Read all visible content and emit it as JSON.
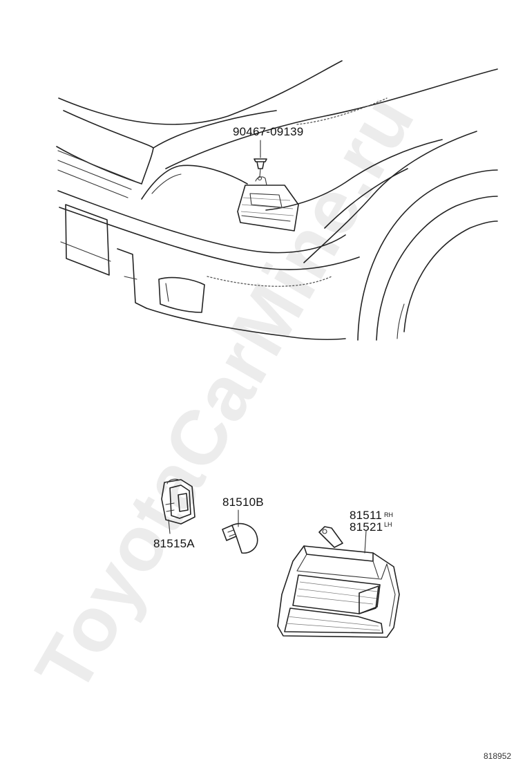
{
  "watermark": "ToyotaCarMine.ru",
  "callouts": {
    "screw": "90467-09139",
    "socket": "81515A",
    "bulb": "81510B",
    "lamp_rh": "81511",
    "lamp_rh_side": "RH",
    "lamp_lh": "81521",
    "lamp_lh_side": "LH"
  },
  "figure_number": "818952"
}
